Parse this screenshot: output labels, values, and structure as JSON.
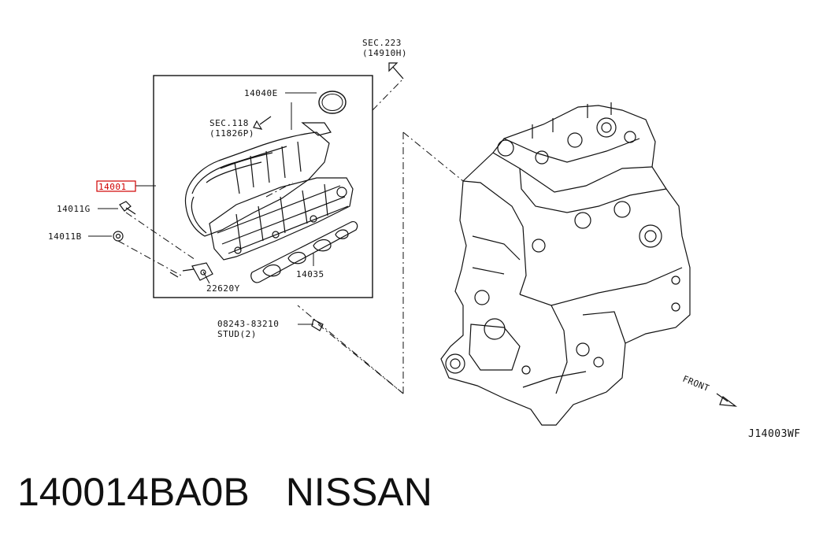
{
  "labels": {
    "sec223": "SEC.223",
    "sec223_ref": "(14910H)",
    "sec118": "SEC.118",
    "sec118_ref": "(11826P)",
    "p14040E": "14040E",
    "p14001": "14001",
    "p14011G": "14011G",
    "p14011B": "14011B",
    "p14035": "14035",
    "p22620Y": "22620Y",
    "p08243": "08243-83210",
    "stud": "STUD(2)",
    "front": "FRONT",
    "diagram_id": "J14003WF"
  },
  "caption": {
    "part_number": "140014BA0B",
    "brand": "NISSAN"
  },
  "colors": {
    "highlight": "#d00000",
    "ink": "#111111"
  }
}
